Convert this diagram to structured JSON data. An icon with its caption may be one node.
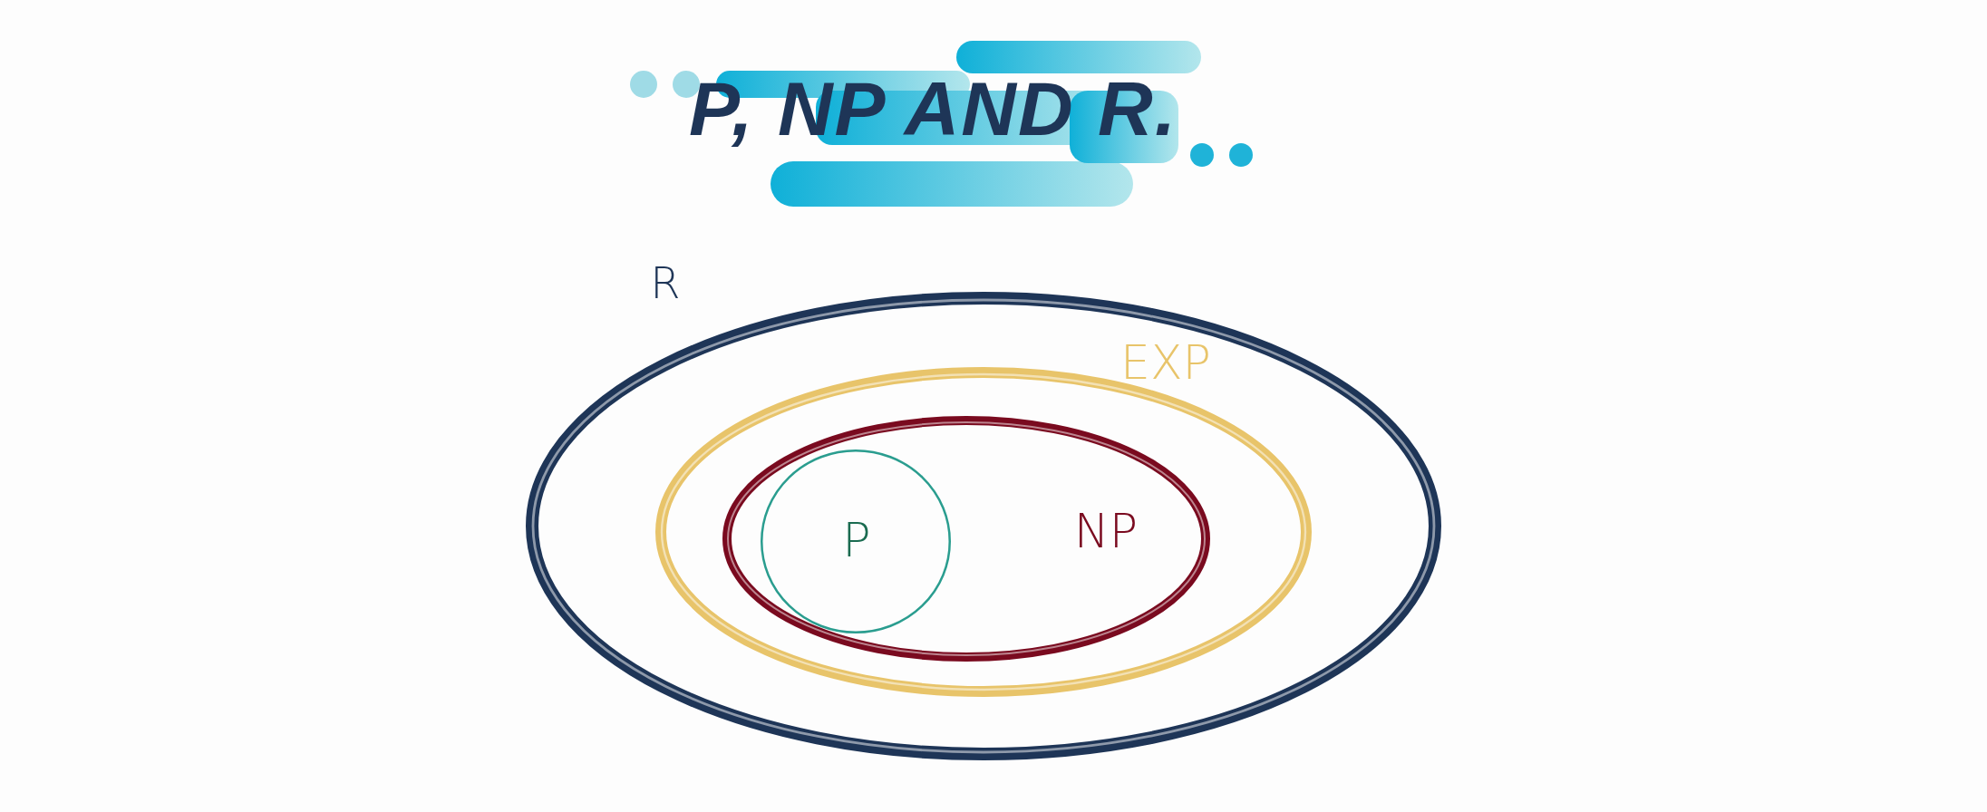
{
  "diagram": {
    "title": "P, NP AND R.",
    "nodes": [
      {
        "text": [
          "R"
        ]
      },
      {
        "text": [
          "EXP"
        ],
        "in": 0
      },
      {
        "text": [
          "NP"
        ],
        "in": 1
      },
      {
        "text": [
          "P"
        ],
        "in": 2
      }
    ]
  }
}
